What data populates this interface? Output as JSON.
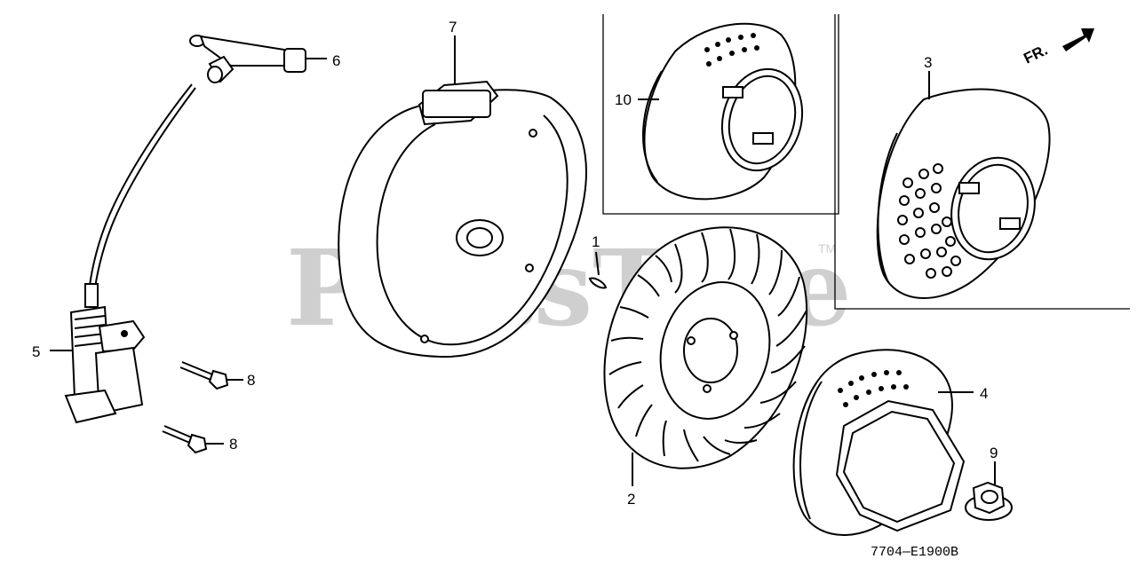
{
  "watermark": {
    "text": "PartsTree",
    "tm": "TM"
  },
  "direction": {
    "label": "FR."
  },
  "diagram_code": "7704—E1900B",
  "callouts": {
    "c1": "1",
    "c2": "2",
    "c3": "3",
    "c4": "4",
    "c5": "5",
    "c6": "6",
    "c7": "7",
    "c8a": "8",
    "c8b": "8",
    "c9": "9",
    "c10": "10"
  }
}
